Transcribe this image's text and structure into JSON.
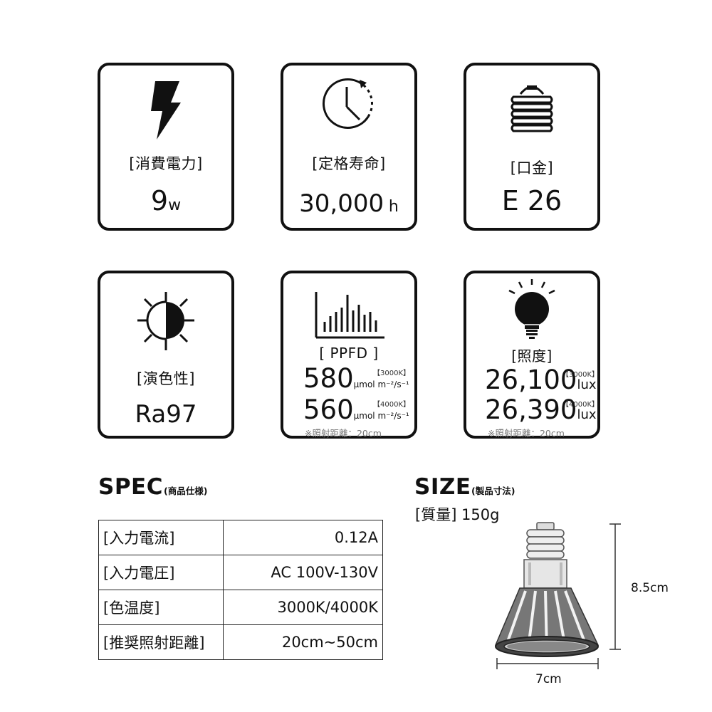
{
  "cards": {
    "power": {
      "label": "[消費電力]",
      "value": "9",
      "unit": "w"
    },
    "life": {
      "label": "[定格寿命]",
      "value": "30,000",
      "unit": "h"
    },
    "base": {
      "label": "[口金]",
      "value": "E 26"
    },
    "cri": {
      "label": "[演色性]",
      "value": "Ra97"
    },
    "ppfd": {
      "label": "[ PPFD ]",
      "rows": [
        {
          "value": "580",
          "unit": "μmol m⁻²/s⁻¹",
          "tag": "【3000K】"
        },
        {
          "value": "560",
          "unit": "μmol m⁻²/s⁻¹",
          "tag": "【4000K】"
        }
      ],
      "note": "※照射距離：20cm"
    },
    "illuminance": {
      "label": "[照度]",
      "rows": [
        {
          "value": "26,100",
          "unit": "lux",
          "tag": "【3000K】"
        },
        {
          "value": "26,390",
          "unit": "lux",
          "tag": "【4000K】"
        }
      ],
      "note": "※照射距離：20cm"
    }
  },
  "spec": {
    "title": "SPEC",
    "subtitle": "(商品仕様)",
    "rows": [
      {
        "key": "[入力電流]",
        "value": "0.12A"
      },
      {
        "key": "[入力電圧]",
        "value": "AC 100V-130V"
      },
      {
        "key": "[色温度]",
        "value": "3000K/4000K"
      },
      {
        "key": "[推奨照射距離]",
        "value": "20cm~50cm"
      }
    ]
  },
  "size": {
    "title": "SIZE",
    "subtitle": "(製品寸法)",
    "weight": "[質量] 150g",
    "height": "8.5cm",
    "width": "7cm"
  },
  "icons": {
    "power": "lightning-bolt",
    "life": "clock",
    "base": "bulb-screw-base",
    "cri": "half-sun",
    "ppfd": "bar-spectrum",
    "illuminance": "glowing-bulb"
  }
}
